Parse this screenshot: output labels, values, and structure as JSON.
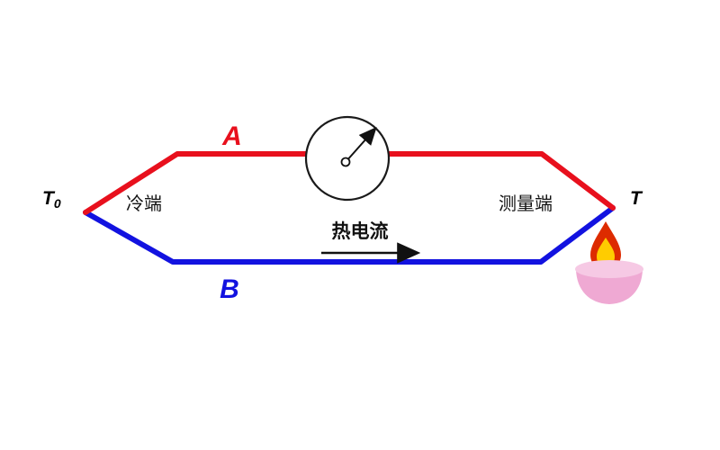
{
  "diagram": {
    "name": "thermocouple-circuit-diagram",
    "labels": {
      "t0_main": "T",
      "t0_sub": "0",
      "t_hot": "T",
      "cold_junction": "冷端",
      "measure_junction": "测量端",
      "wire_a": "A",
      "wire_b": "B",
      "current": "热电流"
    },
    "colors": {
      "wire_a": "#e8101d",
      "wire_b": "#1212e0",
      "meter_stroke": "#1a1a1a",
      "arrow": "#111111",
      "flame_outer": "#dd2b00",
      "flame_inner": "#ffcc00",
      "candle_body": "#efa9d3",
      "candle_rim": "#f6c9e4",
      "candle_stroke": "#c86bad"
    }
  }
}
